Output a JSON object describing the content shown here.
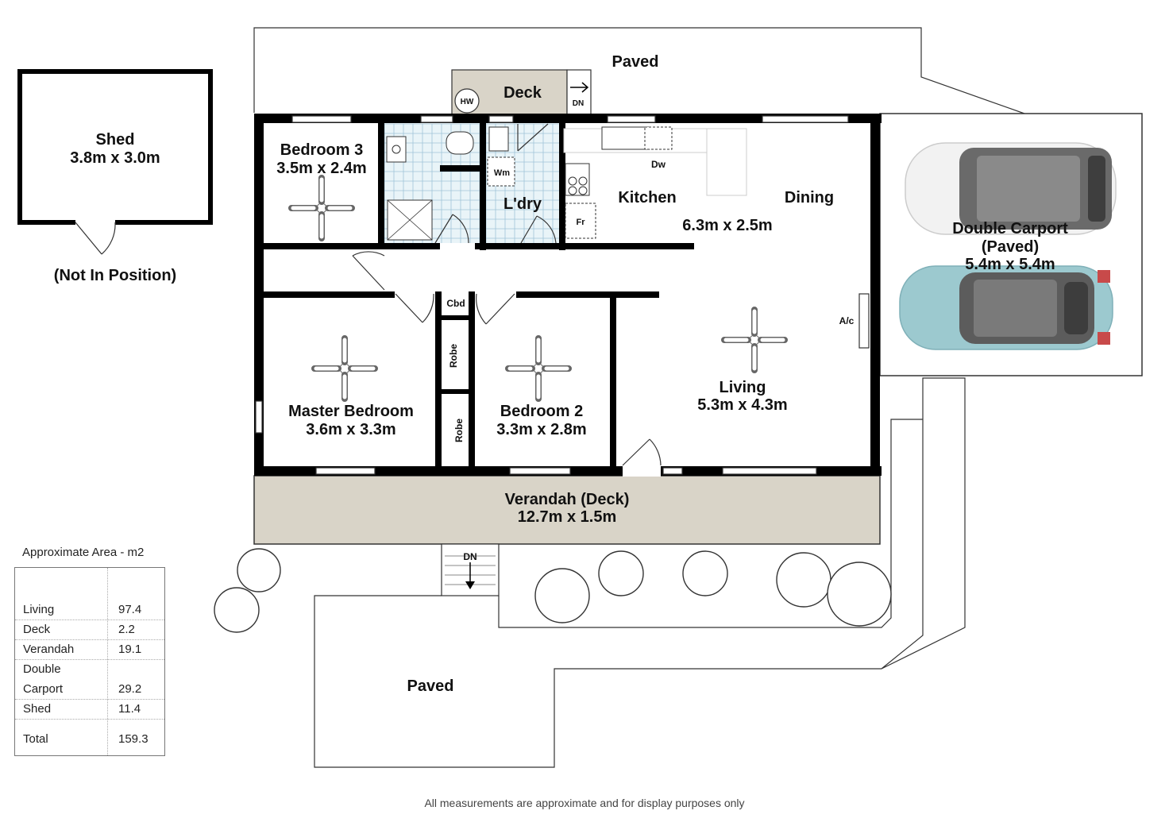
{
  "rooms": {
    "paved_top": "Paved",
    "deck": "Deck",
    "deck_dn": "DN",
    "hw": "HW",
    "shed_name": "Shed",
    "shed_size": "3.8m x 3.0m",
    "shed_note": "(Not In Position)",
    "bed3_name": "Bedroom 3",
    "bed3_size": "3.5m x 2.4m",
    "wm": "Wm",
    "laundry": "L'dry",
    "dw": "Dw",
    "kitchen": "Kitchen",
    "fr": "Fr",
    "dining": "Dining",
    "kitchen_dining_size": "6.3m x 2.5m",
    "carport_line1": "Double Carport",
    "carport_line2": "(Paved)",
    "carport_size": "5.4m x 5.4m",
    "ac": "A/c",
    "cbd": "Cbd",
    "robe1": "Robe",
    "robe2": "Robe",
    "master_name": "Master Bedroom",
    "master_size": "3.6m x 3.3m",
    "bed2_name": "Bedroom 2",
    "bed2_size": "3.3m x 2.8m",
    "living_name": "Living",
    "living_size": "5.3m x 4.3m",
    "verandah_name": "Verandah (Deck)",
    "verandah_size": "12.7m x 1.5m",
    "steps_dn": "DN",
    "paved_bottom": "Paved"
  },
  "area_table": {
    "title": "Approximate Area - m2",
    "rows": [
      {
        "label": "Living",
        "value": "97.4"
      },
      {
        "label": "Deck",
        "value": "2.2"
      },
      {
        "label": "Verandah",
        "value": "19.1"
      },
      {
        "label": "Double",
        "value": ""
      },
      {
        "label": "Carport",
        "value": "29.2"
      },
      {
        "label": "Shed",
        "value": "11.4"
      },
      {
        "label": "Total",
        "value": "159.3"
      }
    ]
  },
  "footer": "All measurements are approximate and for display purposes only",
  "colors": {
    "deck": "#d9d4c8",
    "tile": "#e9f4f8",
    "wall": "#000000",
    "car1": "#f2f2f2",
    "car2": "#9cc9cf"
  }
}
